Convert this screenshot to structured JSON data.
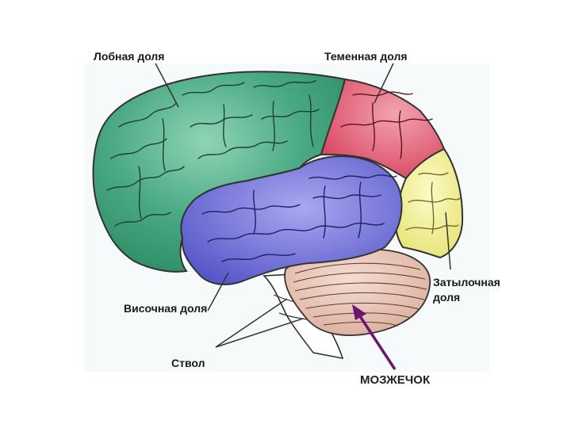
{
  "labels": {
    "frontal": "Лобная доля",
    "parietal": "Теменная доля",
    "temporal": "Височная доля",
    "brainstem": "Ствол",
    "occipital_line1": "Затылочная",
    "occipital_line2": "доля",
    "cerebellum": "МОЗЖЕЧОК"
  },
  "colors": {
    "frontal": "#3fa07a",
    "parietal": "#e0566f",
    "occipital": "#f0ee88",
    "temporal": "#6a6ad6",
    "cerebellum": "#e6c2b6",
    "brainstem": "#ffffff",
    "arrow": "#6a1570",
    "background": "#ffffff"
  }
}
